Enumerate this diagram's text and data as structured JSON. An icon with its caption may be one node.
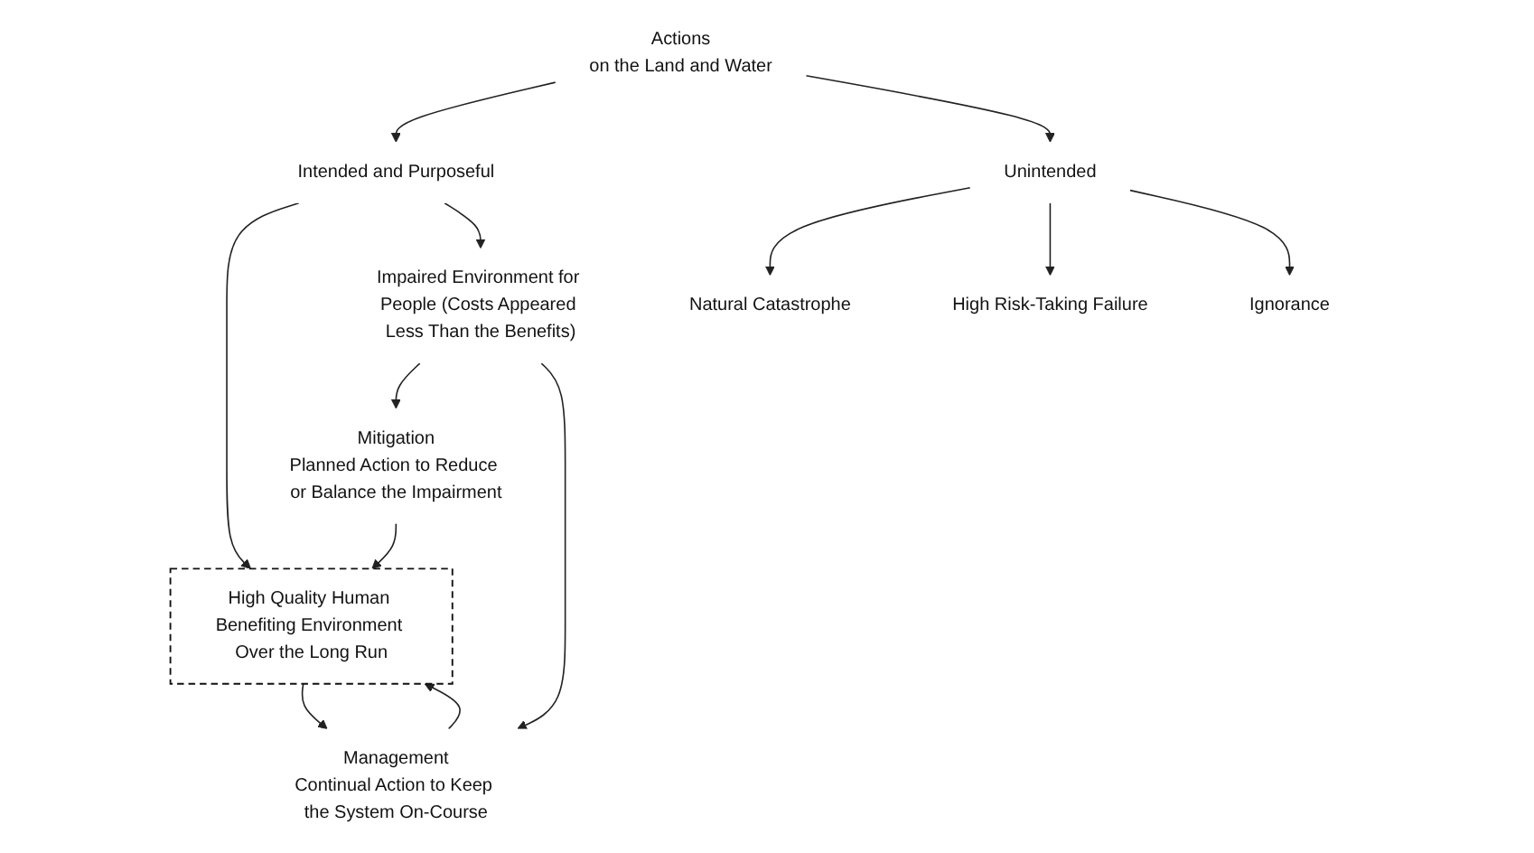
{
  "diagram": {
    "nodes": [
      {
        "text": [
          "Actions",
          "on the Land and Water"
        ]
      },
      {
        "text": [
          "Intended and Purposeful"
        ]
      },
      {
        "text": [
          "Unintended"
        ]
      },
      {
        "text": [
          "High Quality Human Benefiting Environment Over the Long Run"
        ]
      },
      {
        "text": [
          "Impaired Environment for People (Costs Appeared Less Than the Benefits)"
        ]
      },
      {
        "text": [
          "Natural Catastrophe"
        ]
      },
      {
        "text": [
          "High Risk-Taking Failure"
        ]
      },
      {
        "text": [
          "Ignorance"
        ]
      },
      {
        "text": [
          "Management",
          "Continual Action to Keep the System On-Course"
        ]
      },
      {
        "text": [
          "Mitigation",
          "Planned Action to Reduce or Balance the Impairment"
        ]
      }
    ],
    "edges": [
      {
        "from": 0,
        "to": 1,
        "arrow": "to"
      },
      {
        "from": 0,
        "to": 2,
        "arrow": "to"
      },
      {
        "from": 1,
        "to": 3,
        "arrow": "to"
      },
      {
        "from": 1,
        "to": 4,
        "arrow": "to"
      },
      {
        "from": 2,
        "to": 5,
        "arrow": "to"
      },
      {
        "from": 2,
        "to": 6,
        "arrow": "to"
      },
      {
        "from": 2,
        "to": 7,
        "arrow": "to"
      },
      {
        "from": 3,
        "to": 8,
        "arrow": "to"
      },
      {
        "from": 8,
        "to": 3,
        "arrow": "to"
      },
      {
        "from": 9,
        "to": 3,
        "arrow": "to"
      },
      {
        "from": 4,
        "to": 9,
        "arrow": "to"
      },
      {
        "from": 4,
        "to": 8,
        "arrow": "to"
      }
    ]
  }
}
